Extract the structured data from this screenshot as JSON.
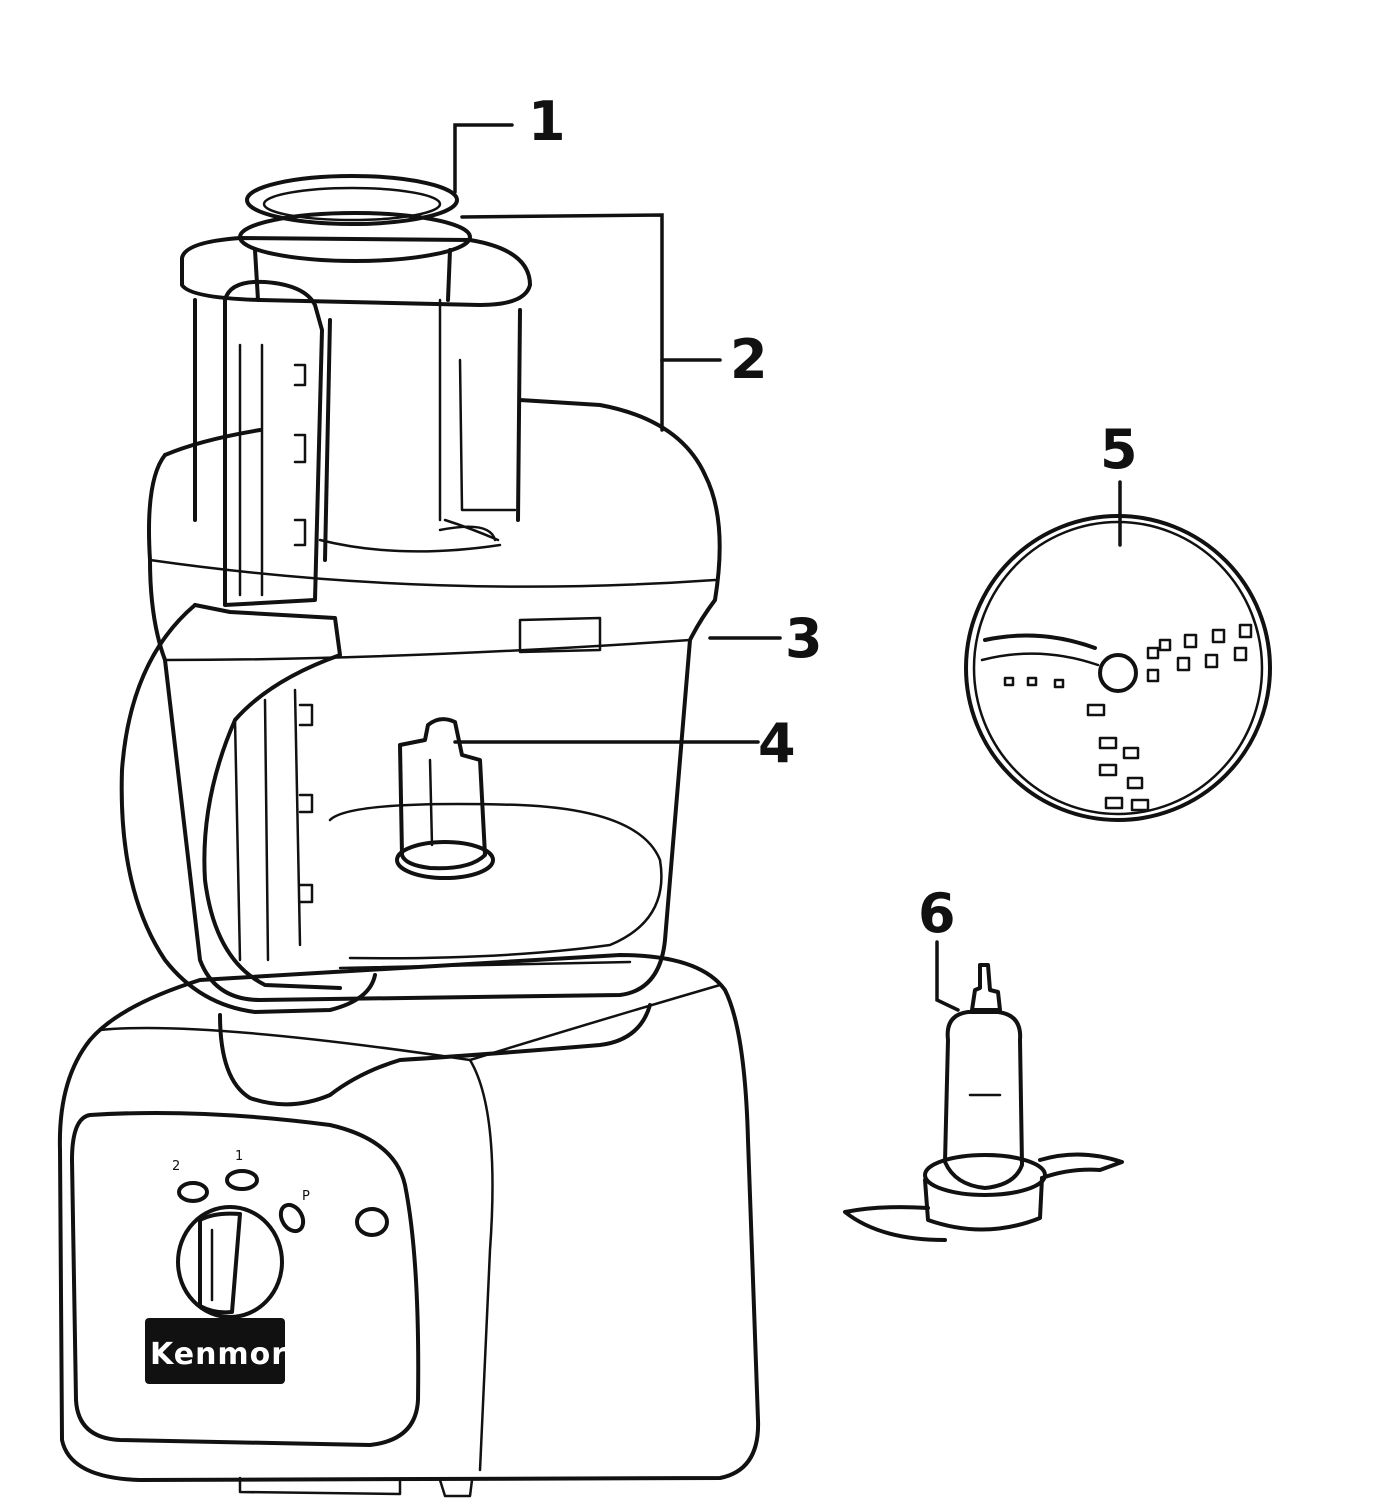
{
  "callouts": [
    {
      "number": "1"
    },
    {
      "number": "2"
    },
    {
      "number": "3"
    },
    {
      "number": "4"
    },
    {
      "number": "5"
    },
    {
      "number": "6"
    }
  ],
  "control_panel": {
    "speed_labels": [
      "2",
      "1",
      "P"
    ],
    "brand_logo_text": "Kenmore"
  }
}
